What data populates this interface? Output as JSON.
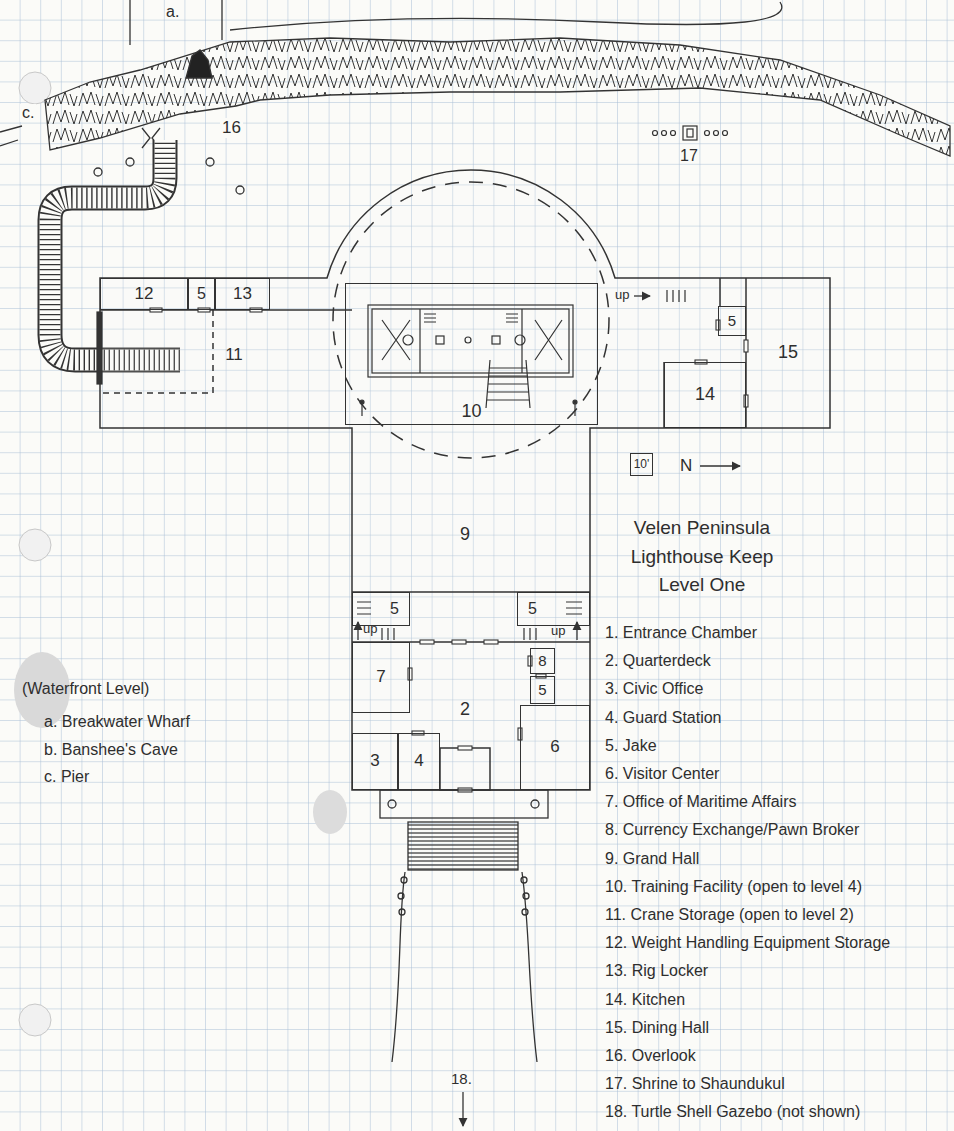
{
  "diagram": {
    "title": "Velen Peninsula Lighthouse Keep Level One",
    "nodes": [
      {
        "text": [
          "12"
        ]
      },
      {
        "text": [
          "5"
        ]
      },
      {
        "text": [
          "13"
        ]
      },
      {
        "text": [
          "11"
        ]
      },
      {
        "text": [
          "10"
        ]
      },
      {
        "text": [
          "5"
        ]
      },
      {
        "text": [
          "15"
        ]
      },
      {
        "text": [
          "14"
        ]
      },
      {
        "text": [
          "10'"
        ]
      },
      {
        "text": [
          "9"
        ]
      },
      {
        "text": [
          "5"
        ]
      },
      {
        "text": [
          "5"
        ]
      },
      {
        "text": [
          "7"
        ]
      },
      {
        "text": [
          "8"
        ]
      },
      {
        "text": [
          "5"
        ]
      },
      {
        "text": [
          "2"
        ]
      },
      {
        "text": [
          "3"
        ]
      },
      {
        "text": [
          "4"
        ]
      },
      {
        "text": [
          "6"
        ]
      }
    ],
    "labels": [
      "a.",
      "16",
      "c.",
      "17",
      "up",
      "N",
      "up",
      "up",
      "18.",
      "(Waterfront Level)",
      "a. Breakwater Wharf",
      "b. Banshee's Cave",
      "c. Pier",
      "1. Entrance Chamber",
      "2. Quarterdeck",
      "3. Civic Office",
      "4. Guard Station",
      "5. Jake",
      "6. Visitor Center",
      "7. Office of Maritime Affairs",
      "8. Currency Exchange/Pawn Broker",
      "9. Grand Hall",
      "10. Training Facility (open to level 4)",
      "11. Crane Storage (open to level 2)",
      "12. Weight Handling Equipment Storage",
      "13. Rig Locker",
      "14. Kitchen",
      "15. Dining Hall",
      "16. Overlook",
      "17. Shrine to Shaundukul",
      "18. Turtle Shell Gazebo (not shown)"
    ]
  }
}
